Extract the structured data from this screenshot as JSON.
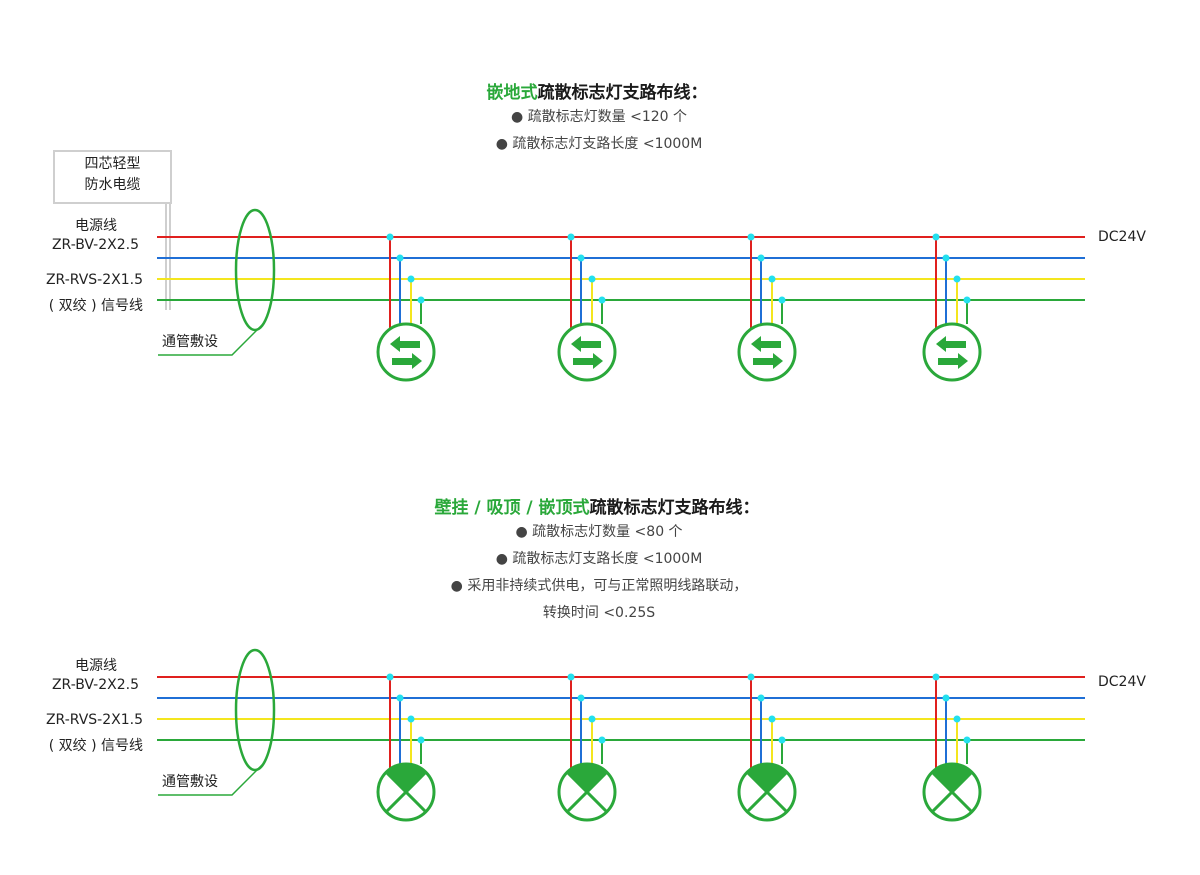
{
  "section1": {
    "title_green": "嵌地式",
    "title_rest": "疏散标志灯支路布线：",
    "bullets": [
      "● 疏散标志灯数量 <120 个",
      "● 疏散标志灯支路长度 <1000M"
    ],
    "cable_box": [
      "四芯轻型",
      "防水电缆"
    ],
    "power_label": [
      "电源线",
      "ZR-BV-2X2.5"
    ],
    "signal_label": [
      "ZR-RVS-2X1.5",
      "( 双绞 ) 信号线"
    ],
    "conduit_label": "通管敷设",
    "voltage": "DC24V"
  },
  "section2": {
    "title_green": "壁挂 / 吸顶 / 嵌顶式",
    "title_rest": "疏散标志灯支路布线：",
    "bullets": [
      "● 疏散标志灯数量 <80 个",
      "● 疏散标志灯支路长度 <1000M",
      "● 采用非持续式供电，可与正常照明线路联动，",
      "转换时间 <0.25S"
    ],
    "power_label": [
      "电源线",
      "ZR-BV-2X2.5"
    ],
    "signal_label": [
      "ZR-RVS-2X1.5",
      "( 双绞 ) 信号线"
    ],
    "conduit_label": "通管敷设",
    "voltage": "DC24V"
  },
  "colors": {
    "red": "#e0201e",
    "blue": "#1f6fd6",
    "yellow": "#f4e61e",
    "green": "#2aa83a",
    "node": "#22e0ee"
  }
}
